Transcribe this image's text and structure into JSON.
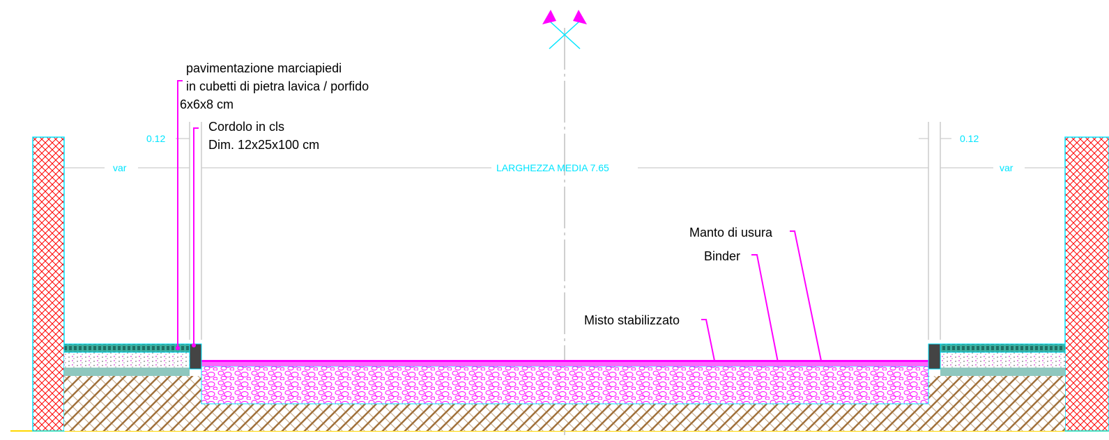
{
  "colors": {
    "cyan": "#00e5ff",
    "magenta": "#ff00ff",
    "red": "#ff0000",
    "brown": "#a0703a",
    "teal": "#3cb0a0",
    "gray": "#bfbfbf",
    "yellow": "#ffd800"
  },
  "labels": {
    "paving_line1": "pavimentazione marciapiedi",
    "paving_line2": "in cubetti di pietra lavica / porfido",
    "paving_line3": "6x6x8 cm",
    "curb_line1": "Cordolo in cls",
    "curb_line2": "Dim. 12x25x100 cm",
    "wear_layer": "Manto di usura",
    "binder": "Binder",
    "base": "Misto stabilizzato"
  },
  "dimensions": {
    "curb_left": "0.12",
    "curb_right": "0.12",
    "side_left": "var",
    "side_right": "var",
    "road_width": "LARGHEZZA MEDIA 7.65"
  },
  "icons": {
    "axis_marker": "centerline-flag-icon"
  }
}
